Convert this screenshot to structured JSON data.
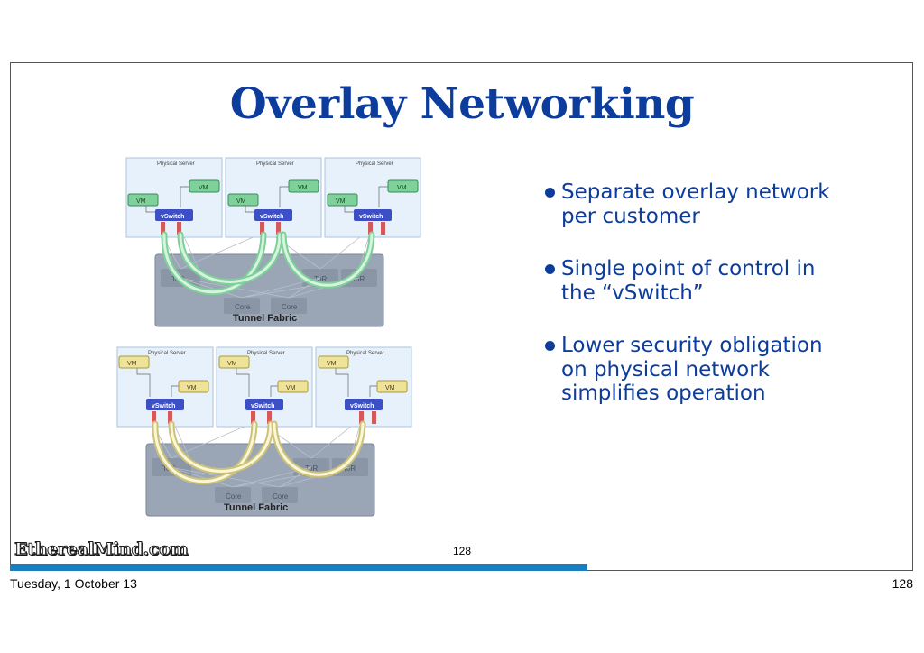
{
  "slide": {
    "title": "Overlay Networking",
    "bullets": [
      "Separate overlay network per customer",
      "Single point of control in the “vSwitch”",
      "Lower security obligation on physical network simplifies operation"
    ],
    "slide_number": "128",
    "brand": "EtherealMind.com"
  },
  "diagram": {
    "server_label": "Physical Server",
    "vm_label": "VM",
    "vswitch_label": "vSwitch",
    "tor_label": "ToR",
    "core_label": "Core",
    "fabric_label": "Tunnel Fabric",
    "colors": {
      "top_vm": "#7fd19a",
      "bottom_vm": "#efe39a",
      "vswitch": "#3c4fc4",
      "fabric": "#9aa6b6",
      "top_tunnel": "#c8f0d8",
      "bottom_tunnel": "#f4efc4"
    }
  },
  "footer": {
    "date": "Tuesday, 1 October 13",
    "page": "128"
  }
}
